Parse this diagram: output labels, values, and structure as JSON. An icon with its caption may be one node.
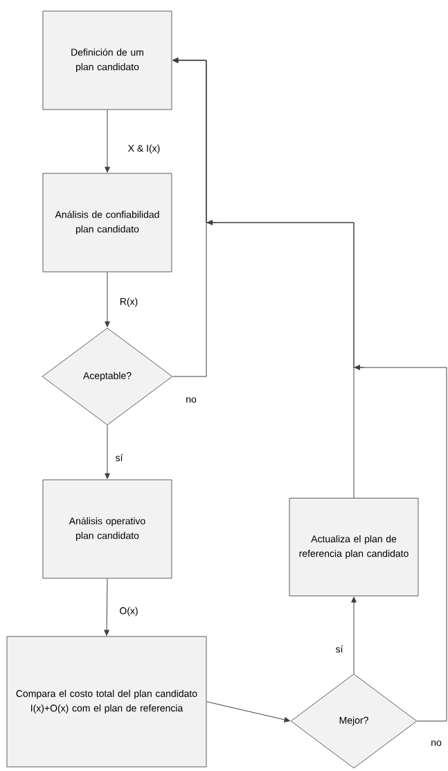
{
  "diagram": {
    "nodes": [
      {
        "text": [
          "Definición de um plan candidato"
        ]
      },
      {
        "text": [
          "Análisis de confiabilidad plan candidato"
        ]
      },
      {
        "text": [
          "Aceptable?"
        ]
      },
      {
        "text": [
          "Análisis operativo plan candidato"
        ]
      },
      {
        "text": [
          "Compara el costo total del plan candidato I(x)+O(x) com el plan de referencia"
        ]
      },
      {
        "text": [
          "Mejor?"
        ]
      },
      {
        "text": [
          "Actualiza el plan de referencia plan candidato"
        ]
      }
    ],
    "edges": [
      {
        "from": 0,
        "to": 1,
        "arrow": "to",
        "label": "X & I(x)"
      },
      {
        "from": 1,
        "to": 2,
        "arrow": "to",
        "label": "R(x)"
      },
      {
        "from": 2,
        "to": 0,
        "arrow": "to",
        "label": "no"
      },
      {
        "from": 2,
        "to": 3,
        "arrow": "to",
        "label": "sí"
      },
      {
        "from": 3,
        "to": 4,
        "arrow": "to",
        "label": "O(x)"
      },
      {
        "from": 4,
        "to": 5,
        "arrow": "to"
      },
      {
        "from": 5,
        "to": 6,
        "arrow": "to",
        "label": "sí"
      },
      {
        "from": 6,
        "to": 0,
        "arrow": "to"
      },
      {
        "from": 5,
        "to": 0,
        "arrow": "to",
        "label": "no"
      }
    ]
  }
}
